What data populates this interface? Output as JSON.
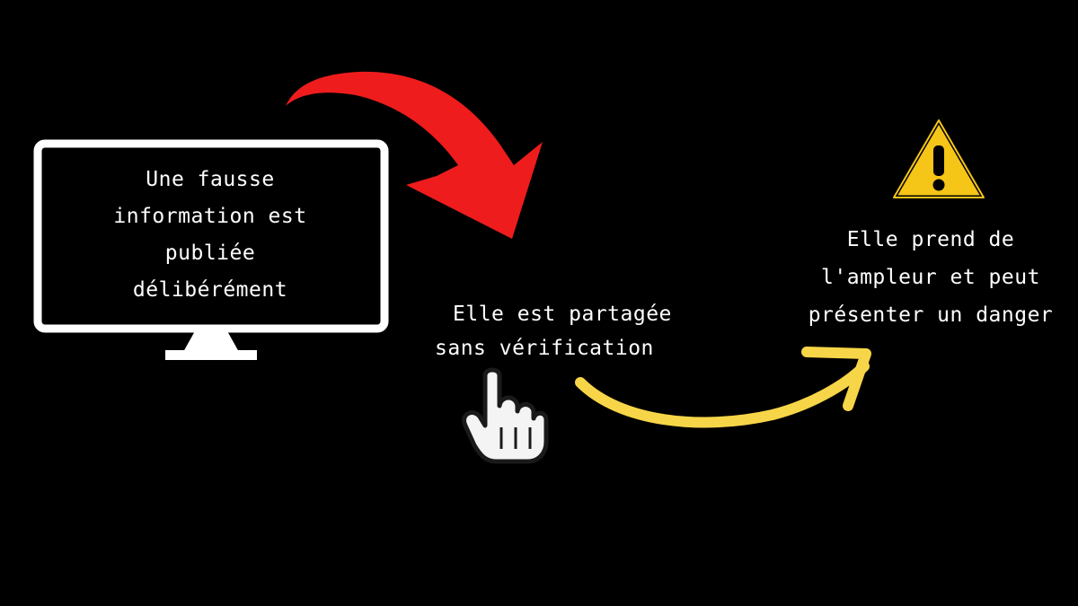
{
  "steps": [
    {
      "lines": [
        "Une fausse",
        "information est",
        "publiée",
        "délibérément"
      ]
    },
    {
      "lines": [
        "Elle est partagée",
        "sans vérification"
      ]
    },
    {
      "lines": [
        "Elle prend de",
        "l'ampleur et peut",
        "présenter un danger"
      ]
    }
  ],
  "icons": {
    "monitor": "monitor-icon",
    "arrow_1": "curved-arrow-icon",
    "cursor": "hand-pointer-icon",
    "arrow_2": "curved-arrow-icon",
    "warning": "warning-icon"
  },
  "colors": {
    "background": "#000000",
    "text": "#ffffff",
    "arrow_red": "#ee1c1c",
    "arrow_yellow": "#f7d548",
    "warning_yellow": "#f5c518"
  }
}
